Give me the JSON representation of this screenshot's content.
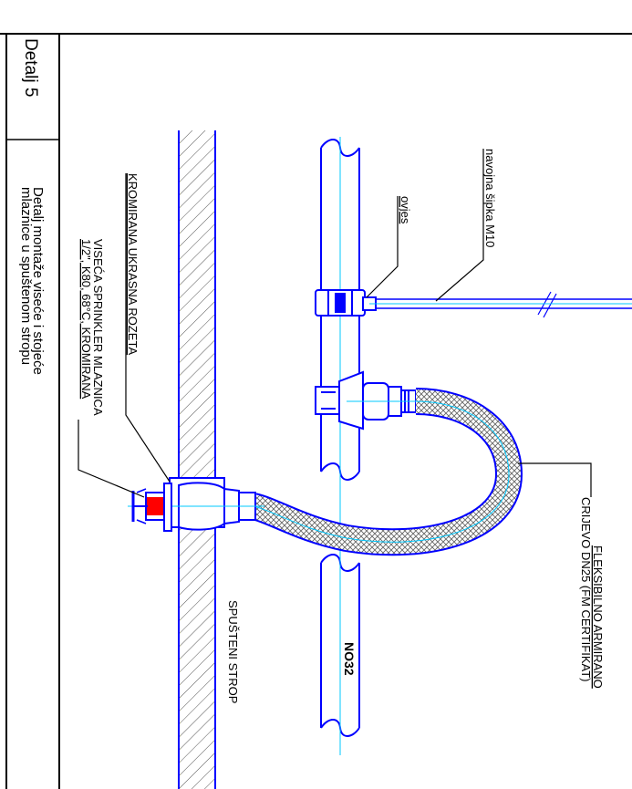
{
  "title_block": {
    "detail_number": "Detalj 5",
    "description_line1": "Detalj montaže viseće i stojeće",
    "description_line2": "mlaznice u spuštenom stropu"
  },
  "labels": {
    "navojna_sipka": "navojna šipka M10",
    "ovjes": "ovjes",
    "kromirana_rozeta": "KROMIRANA UKRASNA ROZETA",
    "sprinkler_line1": "VISEĆA SPRINKLER MLAZNICA",
    "sprinkler_line2": "1/2\", K80, 68°C, KROMIRANA",
    "spusteni_strop": "SPUŠTENI STROP",
    "fleksibilno_line1": "FLEKSIBILNO ARMIRANO",
    "fleksibilno_line2": "CRIJEVO DN25 (FM CERTIFIKAT)",
    "pipe_size": "NO32"
  },
  "colors": {
    "outline": "#000000",
    "pipe": "#0000ff",
    "axis": "#00c8ff",
    "sprinkler_bulb": "#ff0000",
    "hatch": "#555555"
  }
}
